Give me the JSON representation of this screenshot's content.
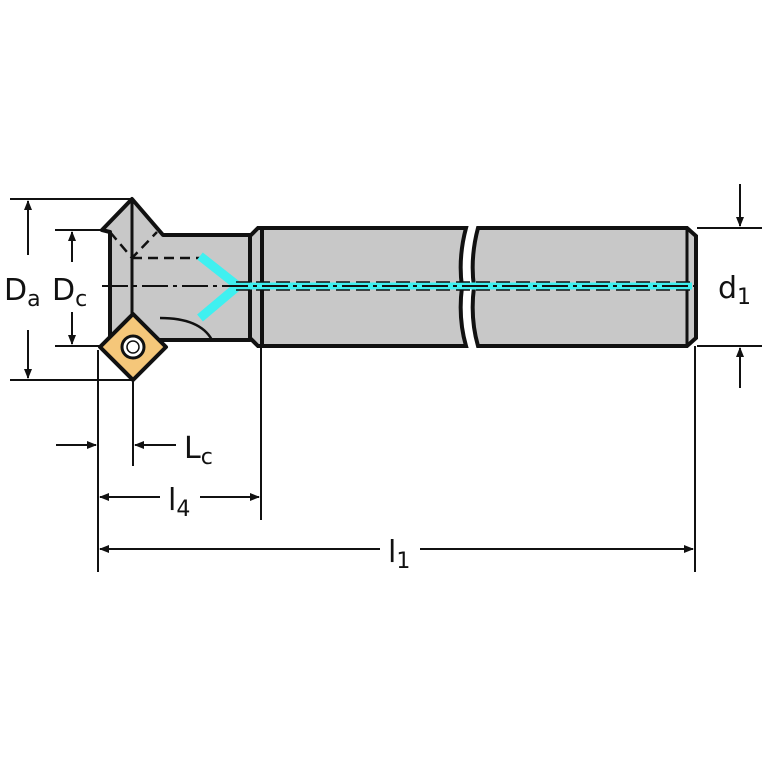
{
  "title": "Chamfer milling cutter dimension drawing",
  "colors": {
    "body": "#c8c8c8",
    "coolant": "#3ff0f0",
    "insert": "#f5c77a",
    "line": "#111111"
  },
  "labels": {
    "Da": {
      "main": "D",
      "sub": "a"
    },
    "Dc": {
      "main": "D",
      "sub": "c"
    },
    "d1": {
      "main": "d",
      "sub": "1"
    },
    "Lc": {
      "main": "L",
      "sub": "c"
    },
    "l4": {
      "main": "l",
      "sub": "4"
    },
    "l1": {
      "main": "l",
      "sub": "1"
    }
  }
}
